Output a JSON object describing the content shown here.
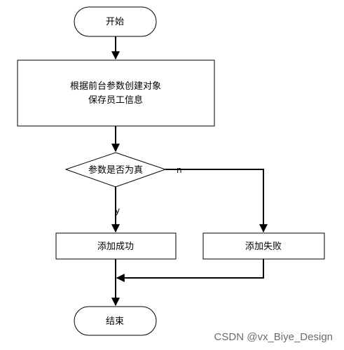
{
  "nodes": {
    "start": "开始",
    "process_line1": "根据前台参数创建对象",
    "process_line2": "保存员工信息",
    "decision": "参数是否为真",
    "add_success": "添加成功",
    "add_fail": "添加失败",
    "end": "结束"
  },
  "edges": {
    "no_label": "n",
    "yes_label": "y"
  },
  "watermark": "CSDN @vx_Biye_Design"
}
